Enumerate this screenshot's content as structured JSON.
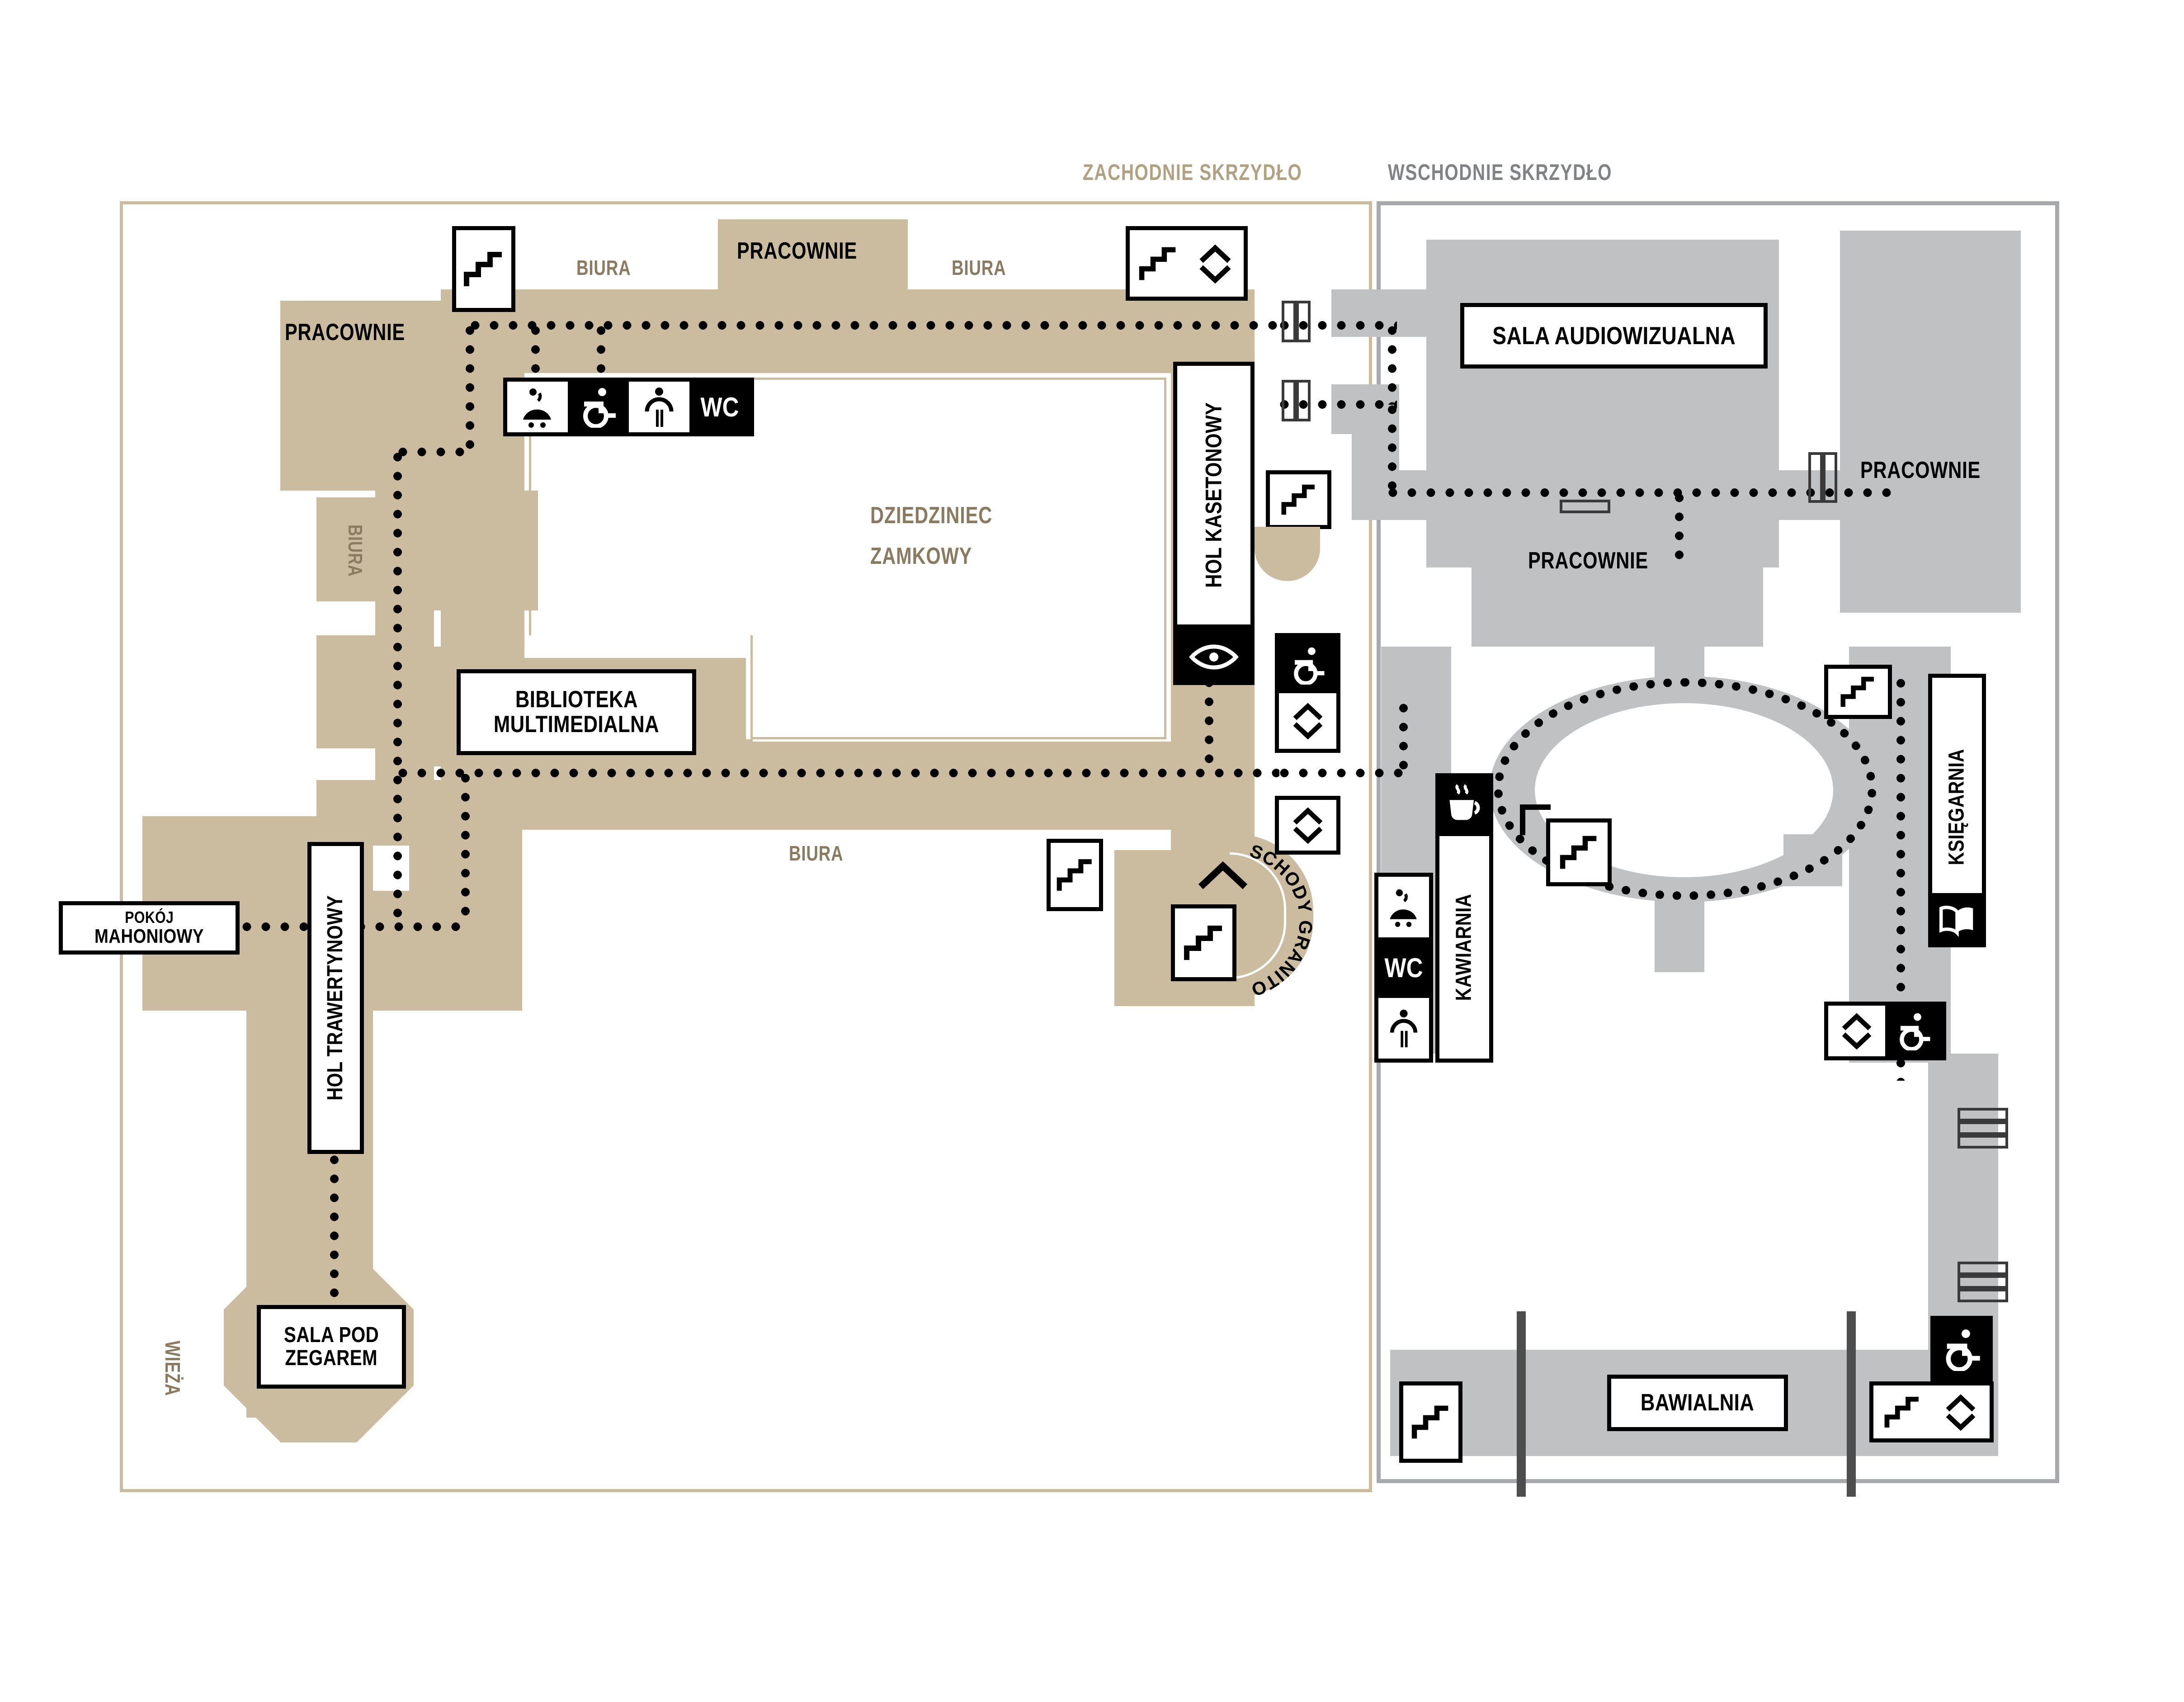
{
  "map": {
    "kind": "floor-plan",
    "language": "pl",
    "colors": {
      "west_wing": "#cbbca0",
      "east_wing": "#c0c1c3",
      "text_tan": "#8a7b60",
      "ink": "#000000",
      "paper": "#ffffff"
    }
  },
  "wings": {
    "west_title": "ZACHODNIE SKRZYDŁO",
    "east_title": "WSCHODNIE SKRZYDŁO"
  },
  "west": {
    "courtyard_line1": "DZIEDZINIEC",
    "courtyard_line2": "ZAMKOWY",
    "rooms": {
      "pracownie_top": "PRACOWNIE",
      "pracownie_left": "PRACOWNIE",
      "biura_top_left": "BIURA",
      "biura_top_right": "BIURA",
      "biura_side": "BIURA",
      "biura_bottom": "BIURA",
      "wieza": "WIEŻA"
    },
    "plaques": {
      "wc": "WC",
      "hol_kasetonowy": "HOL KASETONOWY",
      "biblioteka_l1": "BIBLIOTEKA",
      "biblioteka_l2": "MULTIMEDIALNA",
      "pokoj_l1": "POKÓJ",
      "pokoj_l2": "MAHONIOWY",
      "hol_trawertynowy": "HOL TRAWERTYNOWY",
      "sala_pod_l1": "SALA POD",
      "sala_pod_l2": "ZEGAREM",
      "schody_granitowe": "SCHODY GRANITOWE"
    }
  },
  "east": {
    "plaques": {
      "sala_audiowizualna": "SALA AUDIOWIZUALNA",
      "pracownie_right": "PRACOWNIE",
      "pracownie_lower": "PRACOWNIE",
      "kawiarnia": "KAWIARNIA",
      "wc": "WC",
      "ksiegarnia": "KSIĘGARNIA",
      "bawialnia": "BAWIALNIA"
    }
  },
  "icons": {
    "stairs": "stairs-icon",
    "elevator": "elevator-icon",
    "wheelchair": "wheelchair-accessible-icon",
    "baby_change": "baby-changing-icon",
    "toilet_person": "toilet-person-icon",
    "viewpoint": "eye-viewpoint-icon",
    "cafe": "coffee-cup-icon",
    "bookshop": "open-book-icon",
    "door": "door-opening-icon",
    "route": "dotted-route-path"
  }
}
